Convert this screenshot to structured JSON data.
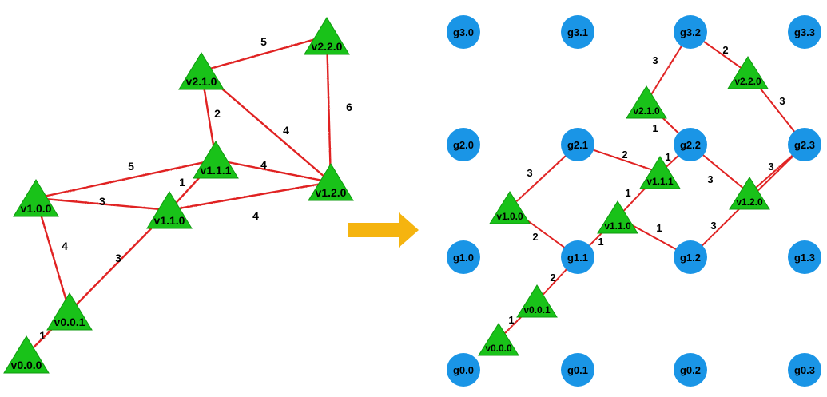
{
  "colors": {
    "virtual_node_fill": "#19c219",
    "virtual_edge": "#e02020",
    "grid_node_fill": "#1a95e6",
    "grid_edge": "#111111",
    "arrow": "#f5b40f"
  },
  "arrow": {
    "icon": "right-arrow-icon"
  },
  "virtual_graph": {
    "nodes": [
      {
        "id": "v2.2.0",
        "label": "v2.2.0"
      },
      {
        "id": "v2.1.0",
        "label": "v2.1.0"
      },
      {
        "id": "v1.1.1",
        "label": "v1.1.1"
      },
      {
        "id": "v1.2.0",
        "label": "v1.2.0"
      },
      {
        "id": "v1.0.0",
        "label": "v1.0.0"
      },
      {
        "id": "v1.1.0",
        "label": "v1.1.0"
      },
      {
        "id": "v0.0.1",
        "label": "v0.0.1"
      },
      {
        "id": "v0.0.0",
        "label": "v0.0.0"
      }
    ],
    "edges": [
      {
        "from": "v2.1.0",
        "to": "v2.2.0",
        "weight": "5"
      },
      {
        "from": "v2.2.0",
        "to": "v1.2.0",
        "weight": "6"
      },
      {
        "from": "v2.1.0",
        "to": "v1.1.1",
        "weight": "2"
      },
      {
        "from": "v2.1.0",
        "to": "v1.2.0",
        "weight": "4"
      },
      {
        "from": "v1.0.0",
        "to": "v1.1.1",
        "weight": "5"
      },
      {
        "from": "v1.1.1",
        "to": "v1.2.0",
        "weight": "4"
      },
      {
        "from": "v1.1.1",
        "to": "v1.1.0",
        "weight": "1"
      },
      {
        "from": "v1.0.0",
        "to": "v1.1.0",
        "weight": "3"
      },
      {
        "from": "v1.1.0",
        "to": "v1.2.0",
        "weight": "4"
      },
      {
        "from": "v1.0.0",
        "to": "v0.0.1",
        "weight": "4"
      },
      {
        "from": "v1.1.0",
        "to": "v0.0.1",
        "weight": "3"
      },
      {
        "from": "v0.0.1",
        "to": "v0.0.0",
        "weight": "1"
      }
    ]
  },
  "grid_graph": {
    "nodes": [
      {
        "id": "g3.0",
        "label": "g3.0"
      },
      {
        "id": "g3.1",
        "label": "g3.1"
      },
      {
        "id": "g3.2",
        "label": "g3.2"
      },
      {
        "id": "g3.3",
        "label": "g3.3"
      },
      {
        "id": "g2.0",
        "label": "g2.0"
      },
      {
        "id": "g2.1",
        "label": "g2.1"
      },
      {
        "id": "g2.2",
        "label": "g2.2"
      },
      {
        "id": "g2.3",
        "label": "g2.3"
      },
      {
        "id": "g1.0",
        "label": "g1.0"
      },
      {
        "id": "g1.1",
        "label": "g1.1"
      },
      {
        "id": "g1.2",
        "label": "g1.2"
      },
      {
        "id": "g1.3",
        "label": "g1.3"
      },
      {
        "id": "g0.0",
        "label": "g0.0"
      },
      {
        "id": "g0.1",
        "label": "g0.1"
      },
      {
        "id": "g0.2",
        "label": "g0.2"
      },
      {
        "id": "g0.3",
        "label": "g0.3"
      }
    ],
    "placed_nodes": [
      {
        "id": "p2.2.0",
        "label": "v2.2.0"
      },
      {
        "id": "p2.1.0",
        "label": "v2.1.0"
      },
      {
        "id": "p1.1.1",
        "label": "v1.1.1"
      },
      {
        "id": "p1.2.0",
        "label": "v1.2.0"
      },
      {
        "id": "p1.0.0",
        "label": "v1.0.0"
      },
      {
        "id": "p1.1.0",
        "label": "v1.1.0"
      },
      {
        "id": "p0.0.1",
        "label": "v0.0.1"
      },
      {
        "id": "p0.0.0",
        "label": "v0.0.0"
      }
    ],
    "links": [
      {
        "from": "g3.2",
        "to": "p2.2.0",
        "weight": "2"
      },
      {
        "from": "g3.2",
        "to": "p2.1.0",
        "weight": "3"
      },
      {
        "from": "p2.1.0",
        "to": "g2.2",
        "weight": "1"
      },
      {
        "from": "p2.2.0",
        "to": "g2.3",
        "weight": "3"
      },
      {
        "from": "g2.1",
        "to": "p1.1.1",
        "weight": "2"
      },
      {
        "from": "g2.2",
        "to": "p1.1.1",
        "weight": "1"
      },
      {
        "from": "g2.1",
        "to": "p1.0.0",
        "weight": "3"
      },
      {
        "from": "g2.2",
        "to": "p1.2.0",
        "weight": "3"
      },
      {
        "from": "g2.3",
        "to": "p1.2.0",
        "weight": "3"
      },
      {
        "from": "p1.1.1",
        "to": "p1.1.0",
        "weight": "1"
      },
      {
        "from": "p1.0.0",
        "to": "g1.1",
        "weight": "2"
      },
      {
        "from": "p1.1.0",
        "to": "g1.1",
        "weight": "1"
      },
      {
        "from": "p1.1.0",
        "to": "g1.2",
        "weight": "1"
      },
      {
        "from": "g1.2",
        "to": "g2.3",
        "weight": "3"
      },
      {
        "from": "g1.1",
        "to": "p0.0.1",
        "weight": "2"
      },
      {
        "from": "p0.0.1",
        "to": "p0.0.0",
        "weight": "1"
      }
    ]
  }
}
